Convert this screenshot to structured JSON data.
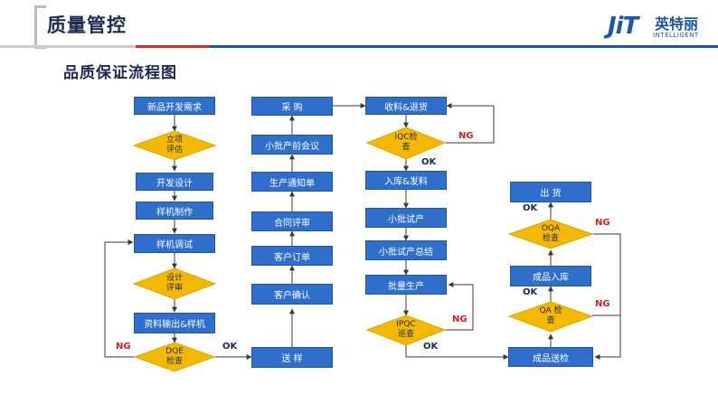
{
  "header": {
    "title": "质量管控",
    "subtitle": "品质保证流程图",
    "logo_mark": "JiT",
    "logo_cn": "英特丽",
    "logo_en": "INTELLIGENT"
  },
  "colors": {
    "box": "#2e6fcc",
    "decision": "#f5b800",
    "ng": "#d81e1e",
    "ok": "#1c2b4f",
    "line": "#3a3a3a"
  },
  "col1": {
    "new_demand": "新品开发需求",
    "approve": "立项\n评估",
    "dev_design": "开发设计",
    "sample_make": "样机制作",
    "sample_debug": "样机调试",
    "design_review": "设计\n评审",
    "data_output": "资料输出&样机",
    "dqe_check": "DQE\n检查"
  },
  "col2": {
    "purchase": "采 购",
    "small_batch_meeting": "小批产前会议",
    "production_notice": "生产通知单",
    "contract_review": "合同评审",
    "customer_order": "客户订单",
    "customer_confirm": "客户确认",
    "send_sample": "送 样"
  },
  "col3": {
    "receive_return": "收料&退货",
    "iqc_check": "IQC检\n查",
    "stock_in_out": "入库&发料",
    "small_batch_trial": "小批试产",
    "trial_summary": "小批试产总结",
    "mass_production": "批量生产",
    "ipqc_patrol": "IPQC\n巡查"
  },
  "col4": {
    "shipment": "出  货",
    "oqa_check": "OQA\n检查",
    "stock_in": "成品入库",
    "qa_check": "QA 检\n查",
    "finished_inspect": "成品送检"
  },
  "labels": {
    "ng": "NG",
    "ok": "OK"
  }
}
